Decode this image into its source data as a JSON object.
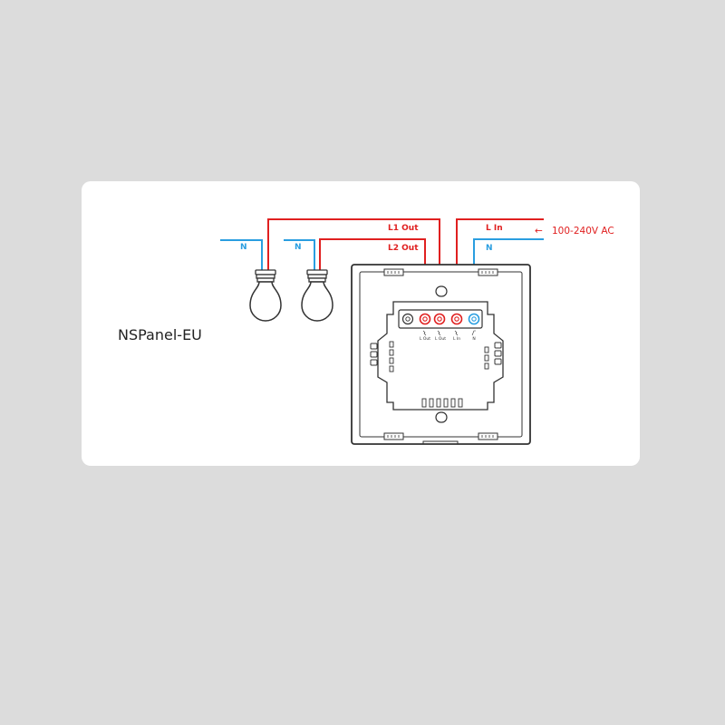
{
  "product_name": "NSPanel-EU",
  "labels": {
    "l1_out": "L1 Out",
    "l2_out": "L2 Out",
    "l_in": "L In",
    "n_left": "N",
    "n_middle": "N",
    "n_right": "N",
    "ac_supply": "100-240V AC",
    "ac_arrow": "←"
  },
  "terminals": [
    {
      "label": "L Out"
    },
    {
      "label": "L Out"
    },
    {
      "label": "L In"
    },
    {
      "label": "N"
    }
  ],
  "colors": {
    "live_wire": "#e02020",
    "neutral_wire": "#2a9ee0",
    "outline": "#333333",
    "background": "#dcdcdc",
    "card": "#ffffff"
  }
}
